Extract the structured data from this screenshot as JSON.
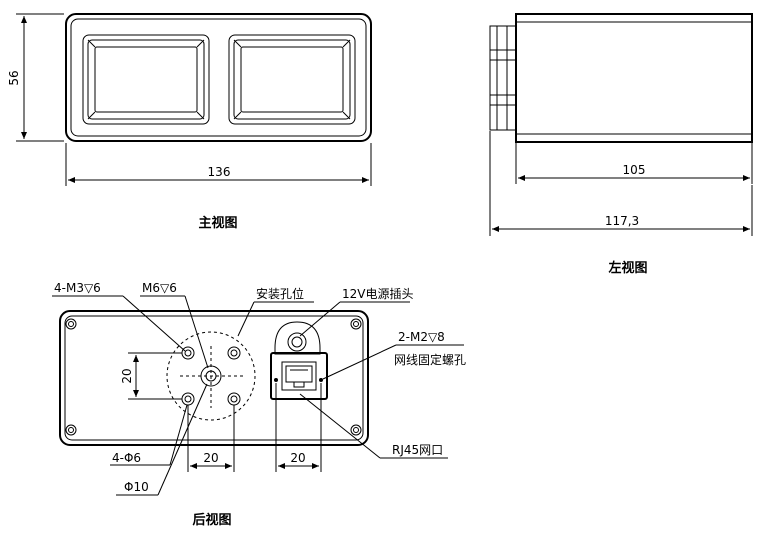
{
  "front_view": {
    "title": "主视图",
    "dim_height": "56",
    "dim_width": "136"
  },
  "left_view": {
    "title": "左视图",
    "dim_body": "105",
    "dim_overall": "117,3"
  },
  "rear_view": {
    "title": "后视图",
    "label_corner_holes": "4-M3▽6",
    "label_center_hole": "M6▽6",
    "label_mount_position": "安装孔位",
    "label_power_jack": "12V电源插头",
    "label_rj45_screws": "2-M2▽8",
    "label_rj45_screws_desc": "网线固定螺孔",
    "label_hole_dia": "4-Φ6",
    "label_center_dia": "Φ10",
    "label_rj45": "RJ45网口",
    "dim_vertical": "20",
    "dim_holes_spacing": "20",
    "dim_rj45_spacing": "20"
  }
}
